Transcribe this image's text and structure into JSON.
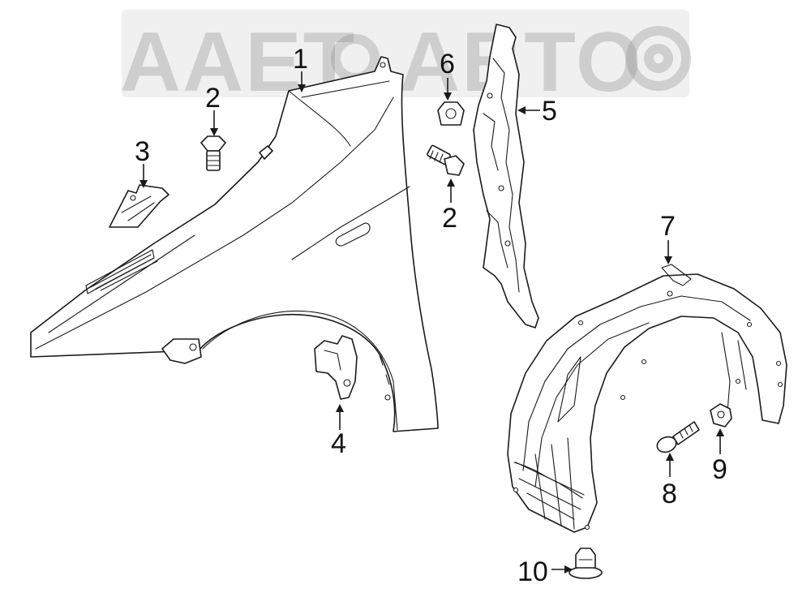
{
  "watermark": {
    "text": "ААЕТ АВТО"
  },
  "callouts": {
    "c1": "1",
    "c2a": "2",
    "c2b": "2",
    "c3": "3",
    "c4": "4",
    "c5": "5",
    "c6": "6",
    "c7": "7",
    "c8": "8",
    "c9": "9",
    "c10": "10"
  },
  "colors": {
    "line": "#1a1a1a",
    "watermark": "#8a8a8a",
    "background": "#ffffff"
  }
}
